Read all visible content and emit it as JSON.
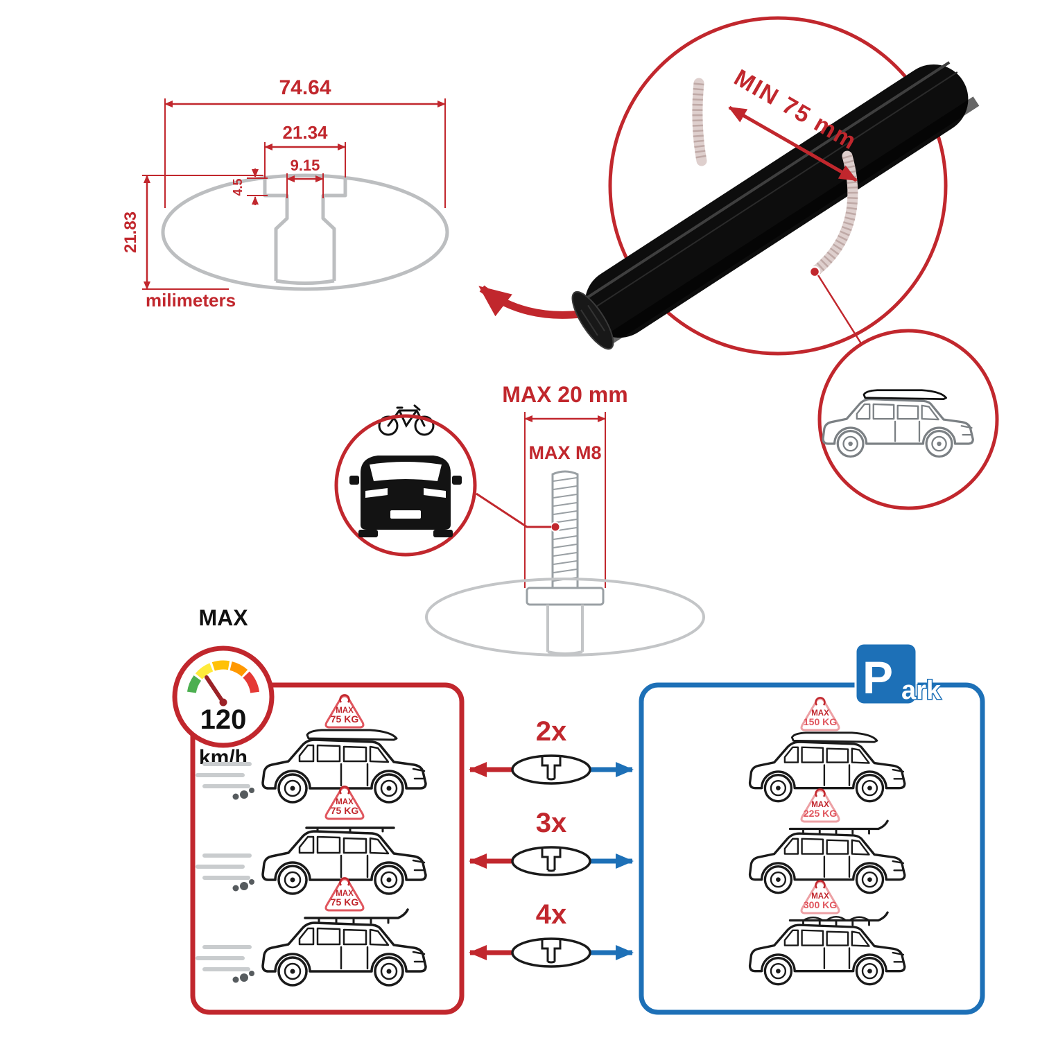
{
  "colors": {
    "red": "#c1272d",
    "blue": "#1d70b7",
    "pink": "#eda0a4",
    "black": "#1a1a1a",
    "gray": "#bcbec0"
  },
  "dimension_diagram": {
    "total_width": "74.64",
    "slot_outer_width": "21.34",
    "slot_inner_width": "9.15",
    "flange_depth": "4.5",
    "total_height": "21.83",
    "units": "milimeters"
  },
  "crossbar_view": {
    "min_span": "MIN 75 mm"
  },
  "bolt_view": {
    "max_length": "MAX 20 mm",
    "max_thread": "MAX M8"
  },
  "speedometer": {
    "label": "MAX",
    "value": "120",
    "unit": "km/h"
  },
  "driving_panel": {
    "tags": [
      {
        "label": "MAX",
        "value": "75 KG"
      },
      {
        "label": "MAX",
        "value": "75 KG"
      },
      {
        "label": "MAX",
        "value": "75 KG"
      }
    ]
  },
  "bar_options": [
    {
      "count": "2x"
    },
    {
      "count": "3x"
    },
    {
      "count": "4x"
    }
  ],
  "parking_panel": {
    "sign_p": "P",
    "sign_ark": "ark",
    "tags": [
      {
        "label": "MAX",
        "value": "150 KG"
      },
      {
        "label": "MAX",
        "value": "225 KG"
      },
      {
        "label": "MAX",
        "value": "300 KG"
      }
    ]
  }
}
